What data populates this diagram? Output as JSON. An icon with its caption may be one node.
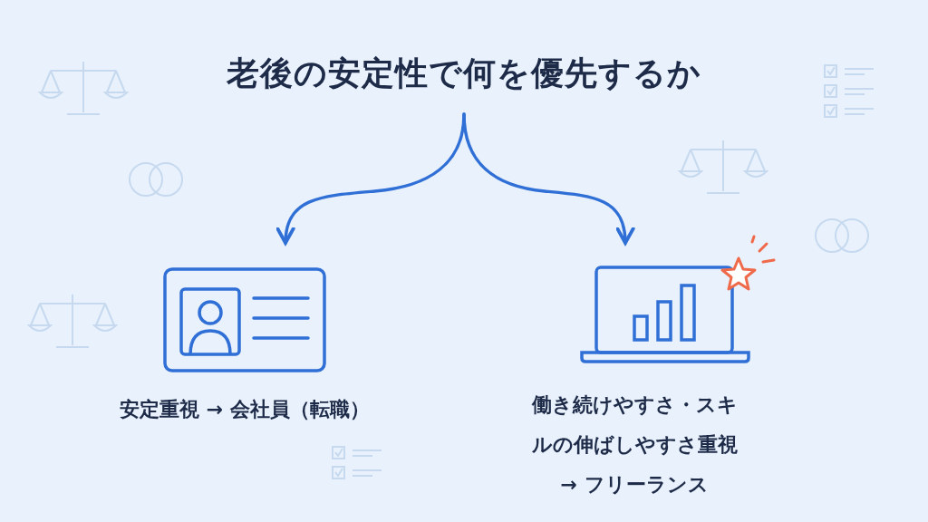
{
  "diagram": {
    "nodes": [
      {
        "text": [
          "老後の安定性で何を優先するか"
        ]
      },
      {
        "text": [
          "安定重視 → 会社員（転職）"
        ]
      },
      {
        "text": [
          "働き続けやすさ・スキルの伸ばしやすさ重視 → フリーランス"
        ]
      }
    ],
    "edges": [
      {
        "from": 0,
        "to": 1,
        "arrow": "to"
      },
      {
        "from": 0,
        "to": 2,
        "arrow": "to"
      }
    ]
  }
}
